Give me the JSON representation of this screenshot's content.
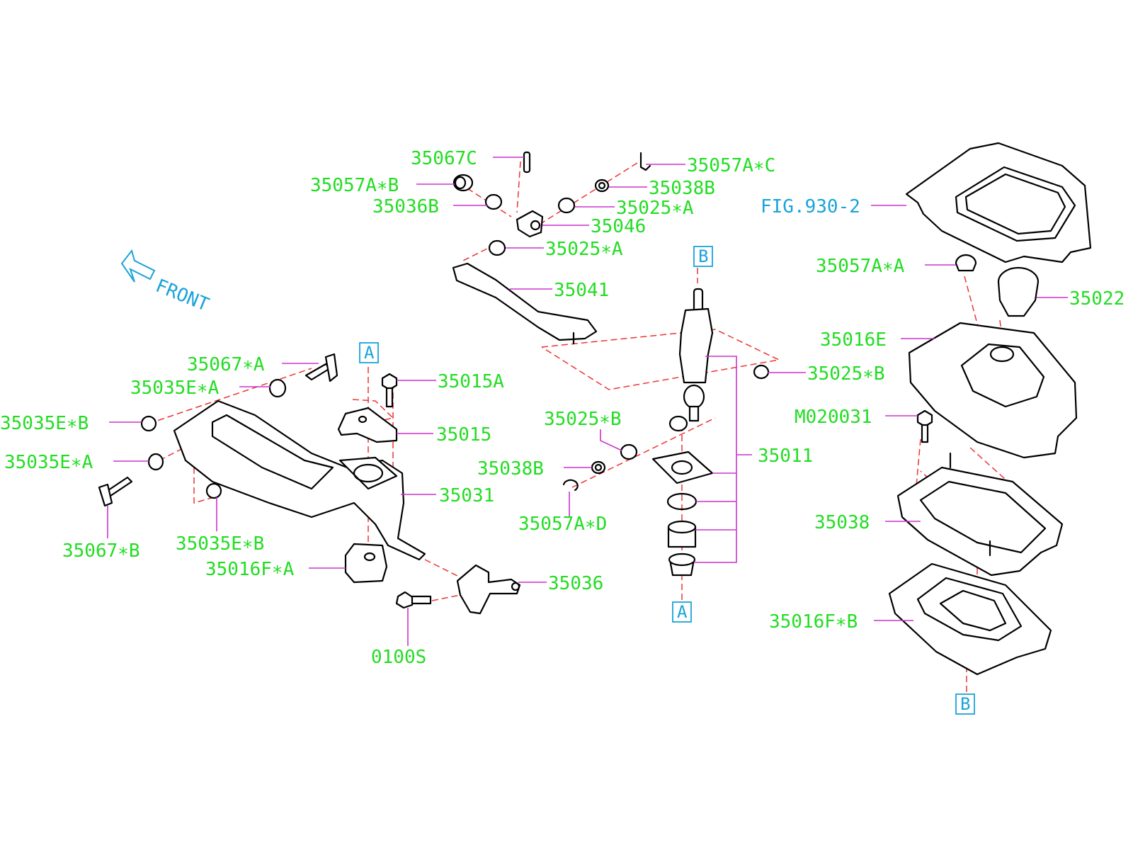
{
  "labels": {
    "p35067C": "35067C",
    "p35057A_B": "35057A∗B",
    "p35036B": "35036B",
    "p35057A_C": "35057A∗C",
    "p35038B_top": "35038B",
    "p35025A_1": "35025∗A",
    "p35046": "35046",
    "p35025A_2": "35025∗A",
    "p35041": "35041",
    "fig930": "FIG.930-2",
    "p35057A_A": "35057A∗A",
    "p35022": "35022",
    "p35016E": "35016E",
    "p35025B_right": "35025∗B",
    "pM020031": "M020031",
    "p35038": "35038",
    "p35016F_B": "35016F∗B",
    "p35067A": "35067∗A",
    "p35035E_A_top": "35035E∗A",
    "p35035E_B_left": "35035E∗B",
    "p35035E_A_left": "35035E∗A",
    "p35015A": "35015A",
    "p35015": "35015",
    "p35031": "35031",
    "p35035E_B_bottom": "35035E∗B",
    "p35067B": "35067∗B",
    "p35016F_A": "35016F∗A",
    "p35036": "35036",
    "p0100S": "0100S",
    "p35025B_mid": "35025∗B",
    "p35038B_mid": "35038B",
    "p35057A_D": "35057A∗D",
    "p35011": "35011",
    "front": "FRONT"
  },
  "reference_boxes": {
    "A_left": "A",
    "B_top": "B",
    "A_bottom": "A",
    "B_bottom": "B"
  },
  "colors": {
    "part_label": "#22dd22",
    "reference_label": "#1aa3d9",
    "leader_line": "#cc33cc",
    "dashed_line": "#ee3333",
    "part_outline": "#000000"
  }
}
